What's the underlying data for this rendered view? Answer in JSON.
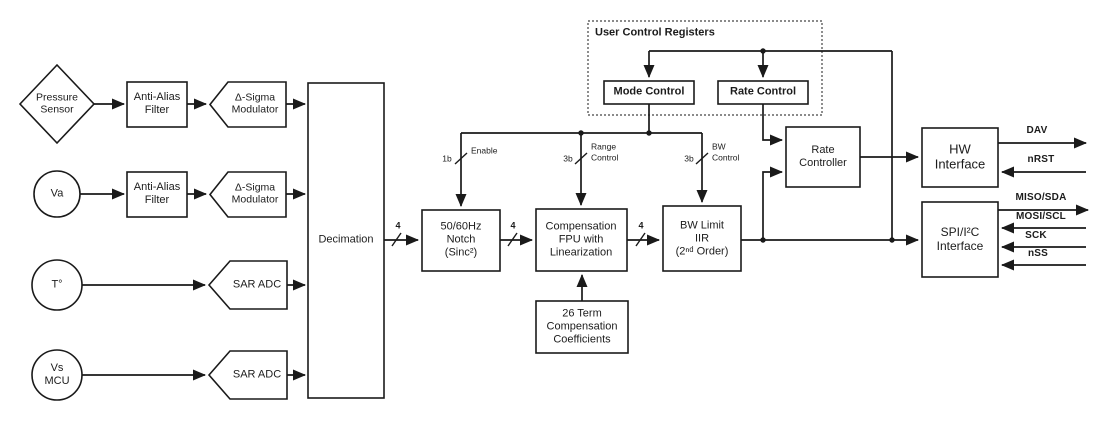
{
  "sources": {
    "pressure": "Pressure\nSensor",
    "va": "Va",
    "temperature": "T°",
    "vs_mcu": "Vs\nMCU"
  },
  "blocks": {
    "anti_alias_1": "Anti-Alias\nFilter",
    "anti_alias_2": "Anti-Alias\nFilter",
    "delta_sigma_1": "Δ-Sigma\nModulator",
    "delta_sigma_2": "Δ-Sigma\nModulator",
    "sar_adc_1": "SAR ADC",
    "sar_adc_2": "SAR ADC",
    "decimation": "Decimation",
    "notch": "50/60Hz\nNotch\n(Sinc²)",
    "compensation_fpu": "Compensation\nFPU with\nLinearization",
    "bw_limit": "BW Limit\nIIR\n(2ⁿᵈ Order)",
    "coefficients": "26 Term\nCompensation\nCoefficients",
    "mode_control": "Mode Control",
    "rate_control": "Rate Control",
    "rate_controller": "Rate\nController",
    "hw_interface": "HW\nInterface",
    "spi_interface": "SPI/I²C\nInterface",
    "user_control_registers": "User Control Registers"
  },
  "bus_widths": {
    "decimation_out": "4",
    "notch_out": "4",
    "fpu_out": "4",
    "enable": "1b",
    "range": "3b",
    "bw": "3b"
  },
  "control_labels": {
    "enable": "Enable",
    "range": "Range\nControl",
    "bw": "BW\nControl"
  },
  "pins": {
    "dav": "DAV",
    "nrst": "nRST",
    "miso": "MISO/SDA",
    "mosi": "MOSI/SCL",
    "sck": "SCK",
    "nss": "nSS"
  },
  "colors": {
    "line": "#1a1a1a",
    "text": "#1c1c1c",
    "background": "#ffffff"
  }
}
